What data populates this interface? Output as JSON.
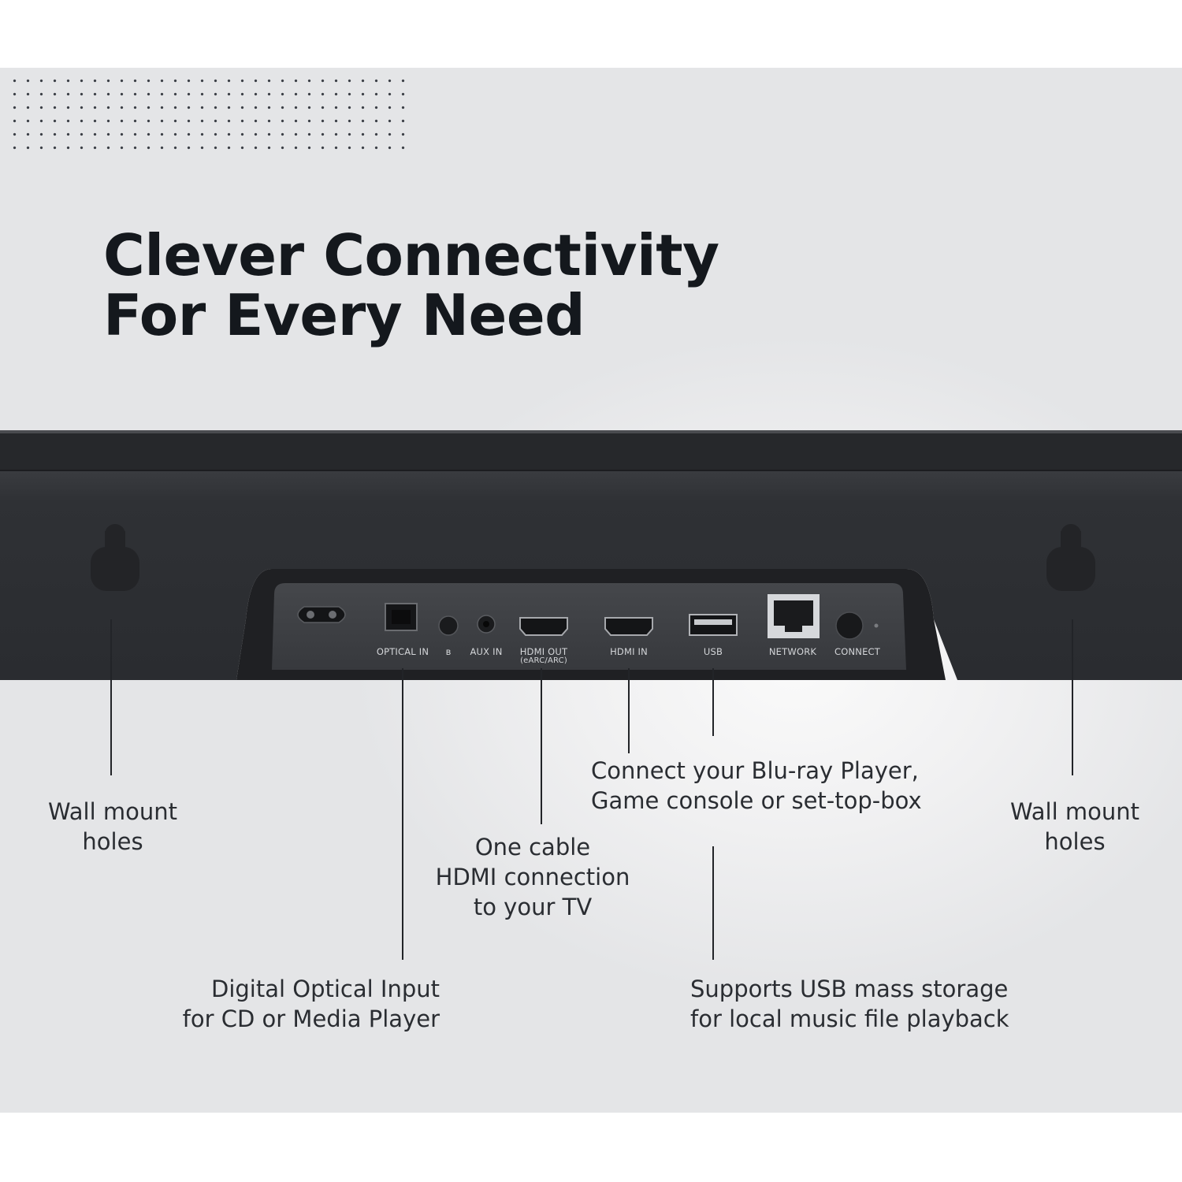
{
  "headline": {
    "line1": "Clever Connectivity",
    "line2": "For Every Need"
  },
  "device": {
    "body_color": "#2d2f33",
    "plate_color": "#3a3c40",
    "ports": [
      {
        "id": "power",
        "label": ""
      },
      {
        "id": "optical",
        "label": "OPTICAL IN"
      },
      {
        "id": "bluetooth",
        "label": "ʙ"
      },
      {
        "id": "aux",
        "label": "AUX IN"
      },
      {
        "id": "hdmi-out",
        "label": "HDMI OUT",
        "sublabel": "(eARC/ARC)"
      },
      {
        "id": "hdmi-in",
        "label": "HDMI IN"
      },
      {
        "id": "usb",
        "label": "USB"
      },
      {
        "id": "network",
        "label": "NETWORK"
      },
      {
        "id": "connect",
        "label": "CONNECT"
      }
    ]
  },
  "callouts": {
    "wall_left": {
      "line1": "Wall mount",
      "line2": "holes"
    },
    "wall_right": {
      "line1": "Wall mount",
      "line2": "holes"
    },
    "optical": {
      "line1": "Digital Optical Input",
      "line2": "for CD or Media Player"
    },
    "hdmi_out": {
      "line1": "One cable",
      "line2": "HDMI connection",
      "line3": "to your TV"
    },
    "hdmi_in": {
      "line1": "Connect your Blu-ray Player,",
      "line2": "Game console or set-top-box"
    },
    "usb": {
      "line1": "Supports USB mass storage",
      "line2": "for local music file playback"
    }
  }
}
